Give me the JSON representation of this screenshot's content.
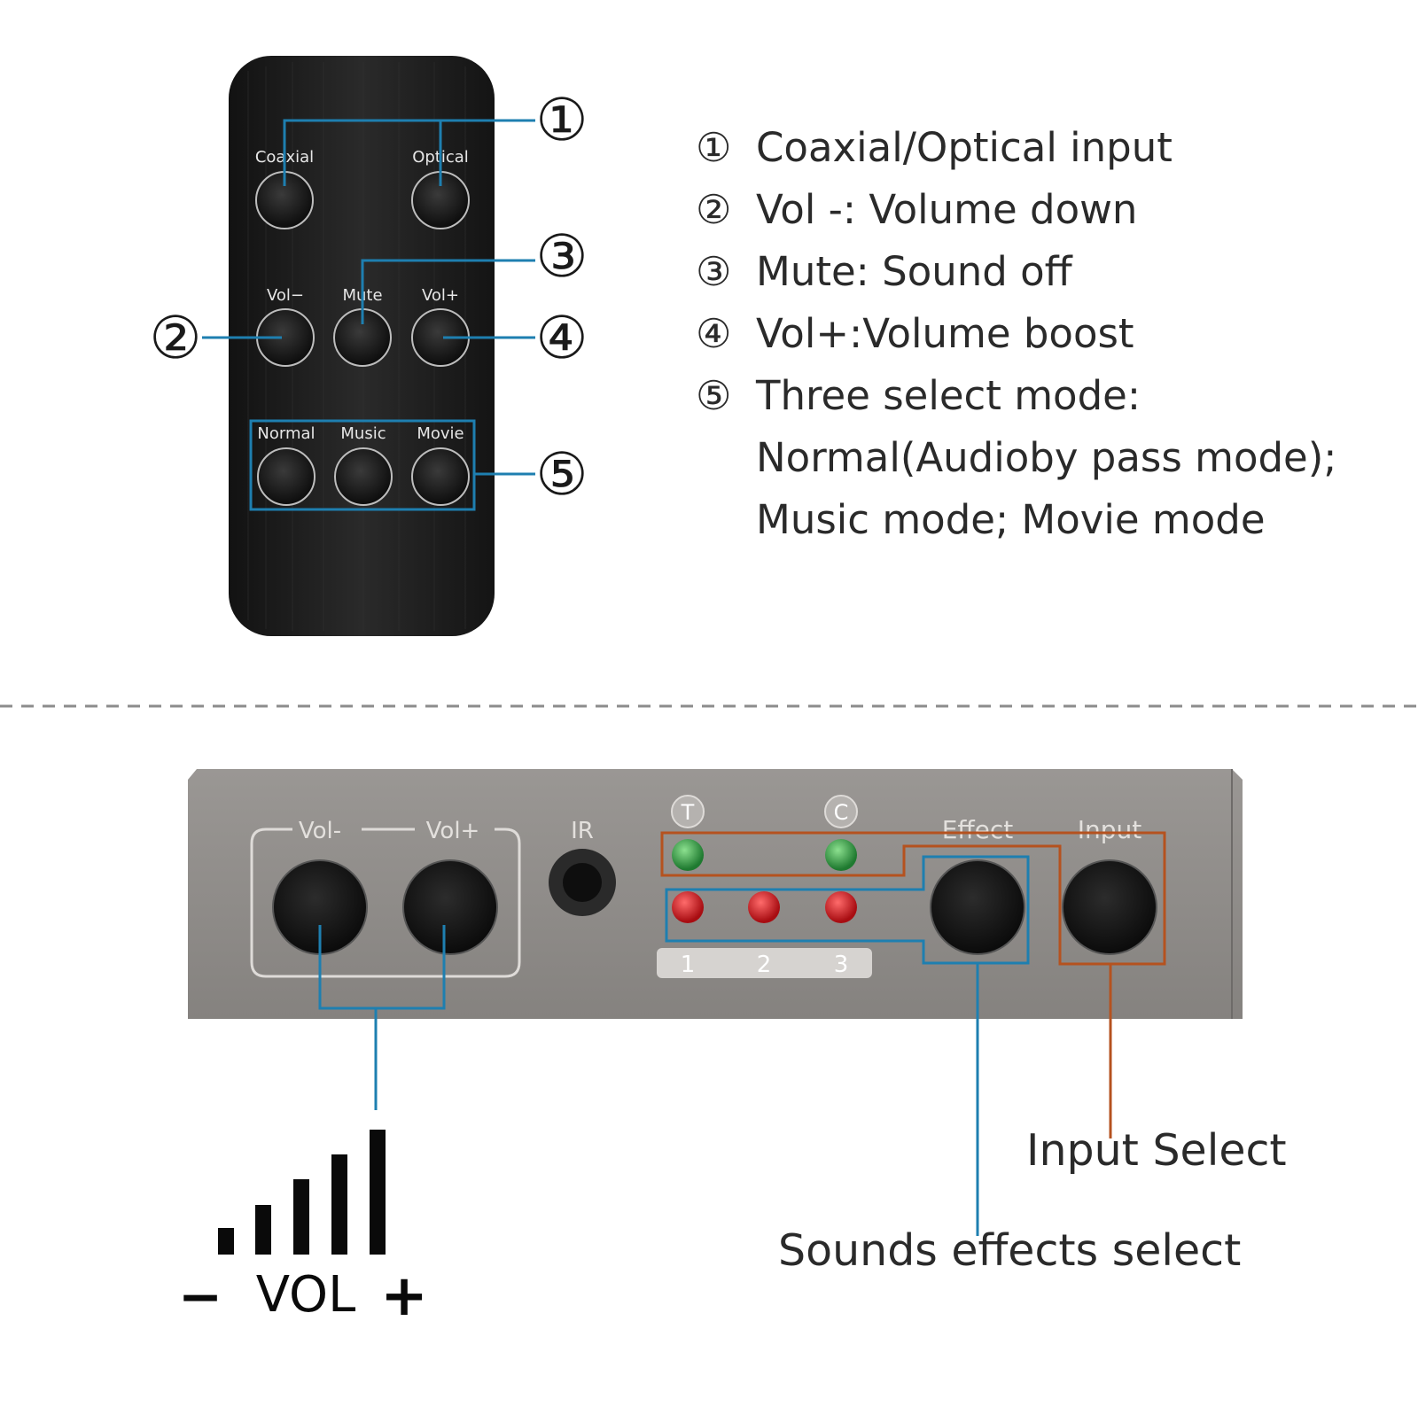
{
  "remote": {
    "buttons": {
      "coaxial": "Coaxial",
      "optical": "Optical",
      "vol_minus": "Vol−",
      "mute": "Mute",
      "vol_plus": "Vol+",
      "normal": "Normal",
      "music": "Music",
      "movie": "Movie"
    },
    "markers": [
      "①",
      "②",
      "③",
      "④",
      "⑤"
    ]
  },
  "legend": {
    "items": [
      {
        "num": "①",
        "text": "Coaxial/Optical input"
      },
      {
        "num": "②",
        "text": "Vol -: Volume down"
      },
      {
        "num": "③",
        "text": "Mute: Sound off"
      },
      {
        "num": "④",
        "text": "Vol+:Volume boost"
      },
      {
        "num": "⑤",
        "text": "Three select mode:"
      }
    ],
    "continuation": [
      "Normal(Audioby pass mode);",
      "Music mode; Movie mode"
    ]
  },
  "panel": {
    "vol_minus": "Vol-",
    "vol_plus": "Vol+",
    "ir": "IR",
    "led_top": [
      "T",
      "C"
    ],
    "led_numbers": [
      "1",
      "2",
      "3"
    ],
    "effect": "Effect",
    "input": "Input"
  },
  "captions": {
    "input_select": "Input Select",
    "effects_select": "Sounds effects select"
  },
  "vol_icon": {
    "minus": "−",
    "label": "VOL",
    "plus": "+"
  },
  "colors": {
    "blue_callout": "#1e7fb0",
    "orange_callout": "#b5521f",
    "panel": "#8a8785",
    "remote": "#1a1a1a",
    "led_green": "#2c8a3c",
    "led_red": "#c0141a"
  }
}
